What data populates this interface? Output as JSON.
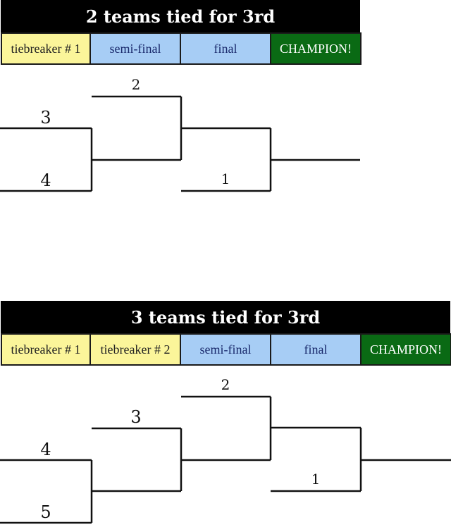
{
  "bracket_two": {
    "title": "2 teams tied for 3rd",
    "columns": [
      {
        "label": "tiebreaker # 1",
        "kind": "tiebreaker"
      },
      {
        "label": "semi-final",
        "kind": "round"
      },
      {
        "label": "final",
        "kind": "round"
      },
      {
        "label": "CHAMPION!",
        "kind": "champion"
      }
    ],
    "seeds": {
      "seed_3": "3",
      "seed_4": "4",
      "seed_2": "2",
      "seed_1": "1"
    }
  },
  "bracket_three": {
    "title": "3 teams tied for 3rd",
    "columns": [
      {
        "label": "tiebreaker # 1",
        "kind": "tiebreaker"
      },
      {
        "label": "tiebreaker # 2",
        "kind": "tiebreaker"
      },
      {
        "label": "semi-final",
        "kind": "round"
      },
      {
        "label": "final",
        "kind": "round"
      },
      {
        "label": "CHAMPION!",
        "kind": "champion"
      }
    ],
    "seeds": {
      "seed_4": "4",
      "seed_5": "5",
      "seed_3": "3",
      "seed_2": "2",
      "seed_1": "1"
    }
  },
  "colors": {
    "title_bar": "#000000",
    "tiebreaker": "#fbf59a",
    "round": "#a7cdf5",
    "champion": "#0a6a14"
  }
}
